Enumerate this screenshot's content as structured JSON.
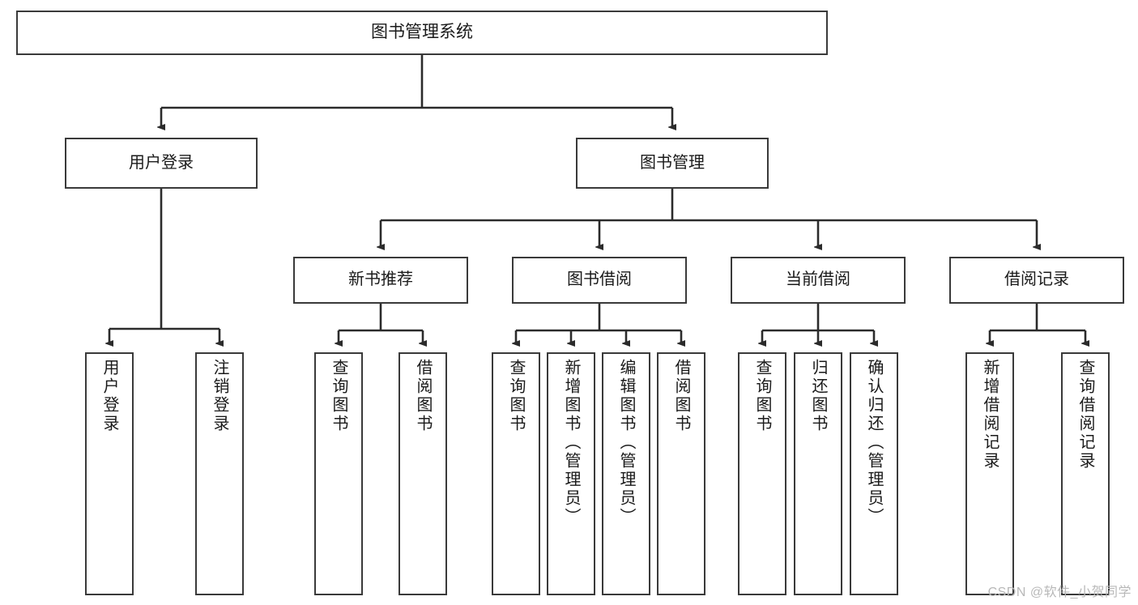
{
  "diagram": {
    "title": "图书管理系统",
    "type": "tree-hierarchy",
    "watermark": "CSDN @软件_小贺同学",
    "colors": {
      "box_border": "#3a3a3a",
      "box_fill": "#ffffff",
      "edge": "#2b2b2b",
      "text": "#1a1a1a",
      "watermark": "#b8b8b8"
    }
  },
  "nodes": {
    "root": {
      "label": "图书管理系统"
    },
    "level2": [
      {
        "id": "user-login",
        "label": "用户登录"
      },
      {
        "id": "book-management",
        "label": "图书管理"
      }
    ],
    "level3": [
      {
        "id": "new-book-recommend",
        "label": "新书推荐"
      },
      {
        "id": "book-borrow",
        "label": "图书借阅"
      },
      {
        "id": "current-borrow",
        "label": "当前借阅"
      },
      {
        "id": "borrow-record",
        "label": "借阅记录"
      }
    ],
    "leaves": [
      {
        "id": "leaf-user-login",
        "label": "用户登录",
        "parent": "user-login"
      },
      {
        "id": "leaf-logout-login",
        "label": "注销登录",
        "parent": "user-login"
      },
      {
        "id": "leaf-query-book-1",
        "label": "查询图书",
        "parent": "new-book-recommend"
      },
      {
        "id": "leaf-borrow-book-1",
        "label": "借阅图书",
        "parent": "new-book-recommend"
      },
      {
        "id": "leaf-query-book-2",
        "label": "查询图书",
        "parent": "book-borrow"
      },
      {
        "id": "leaf-add-book",
        "label": "新增图书（管理员）",
        "parent": "book-borrow"
      },
      {
        "id": "leaf-edit-book",
        "label": "编辑图书（管理员）",
        "parent": "book-borrow"
      },
      {
        "id": "leaf-borrow-book-2",
        "label": "借阅图书",
        "parent": "book-borrow"
      },
      {
        "id": "leaf-query-book-3",
        "label": "查询图书",
        "parent": "current-borrow"
      },
      {
        "id": "leaf-return-book",
        "label": "归还图书",
        "parent": "current-borrow"
      },
      {
        "id": "leaf-confirm-return",
        "label": "确认归还（管理员）",
        "parent": "current-borrow"
      },
      {
        "id": "leaf-add-record",
        "label": "新增借阅记录",
        "parent": "borrow-record"
      },
      {
        "id": "leaf-query-record",
        "label": "查询借阅记录",
        "parent": "borrow-record"
      }
    ]
  }
}
